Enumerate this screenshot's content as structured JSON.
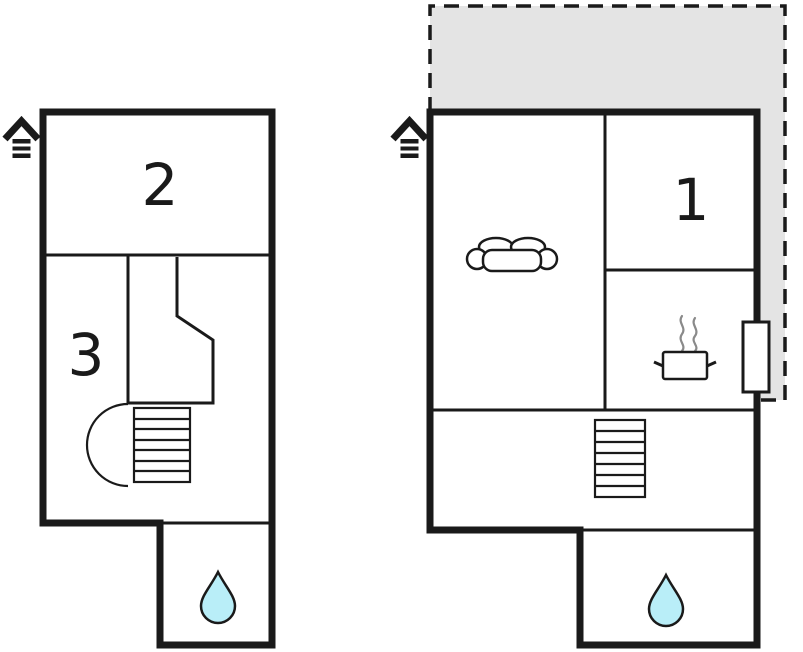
{
  "colors": {
    "wall": "#1a1a1a",
    "terrace": "#e4e4e4",
    "water": "#b9eef8",
    "steam": "#8a8a8a",
    "background": "#ffffff"
  },
  "plans": {
    "left": {
      "name": "upper-floor",
      "rooms": [
        {
          "label": "2"
        },
        {
          "label": "3"
        }
      ],
      "features": [
        "entrance-icon",
        "staircase",
        "bathroom-water-drop"
      ]
    },
    "right": {
      "name": "ground-floor",
      "rooms": [
        {
          "label": "1"
        }
      ],
      "features": [
        "entrance-icon",
        "sofa",
        "stove",
        "terrace",
        "terrace-door",
        "staircase",
        "bathroom-water-drop"
      ]
    }
  },
  "icons": [
    "entrance-icon",
    "staircase-icon",
    "sofa-icon",
    "stove-icon",
    "steam-icon",
    "terrace-door",
    "water-drop-icon"
  ]
}
